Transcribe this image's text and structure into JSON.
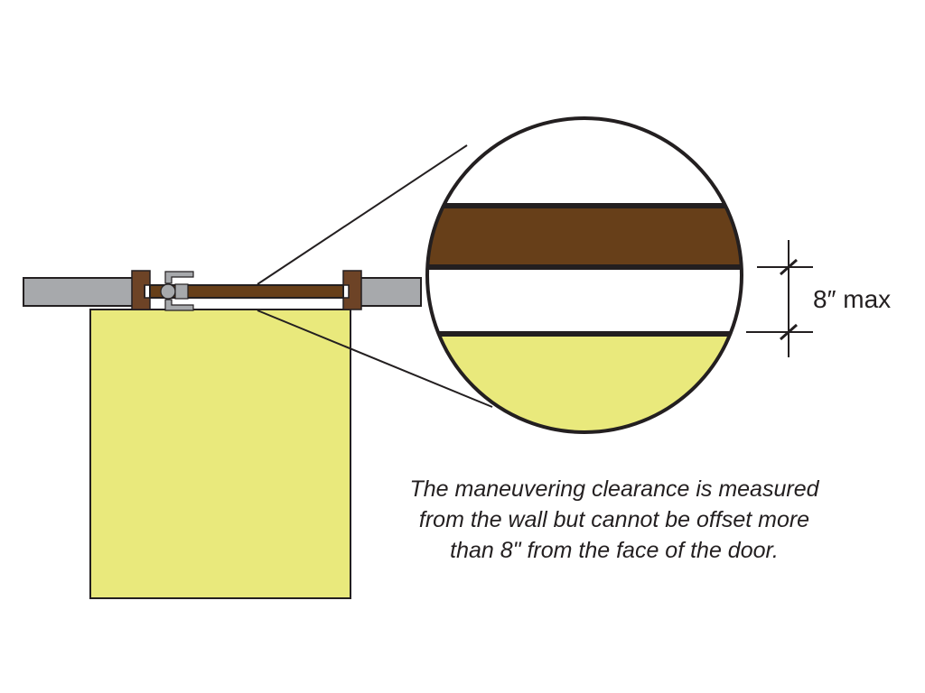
{
  "dimension": {
    "label": "8″ max"
  },
  "caption": {
    "lines": [
      "The maneuvering clearance is measured",
      "from the wall but cannot be offset more",
      "than 8\" from the face of the door."
    ]
  },
  "colors": {
    "outline": "#231f20",
    "wall": "#a7a9ac",
    "door": "#673f19",
    "frame": "#6d4326",
    "hardware": "#a7a9ac",
    "clearance": "#e9e97c",
    "background": "#ffffff"
  }
}
